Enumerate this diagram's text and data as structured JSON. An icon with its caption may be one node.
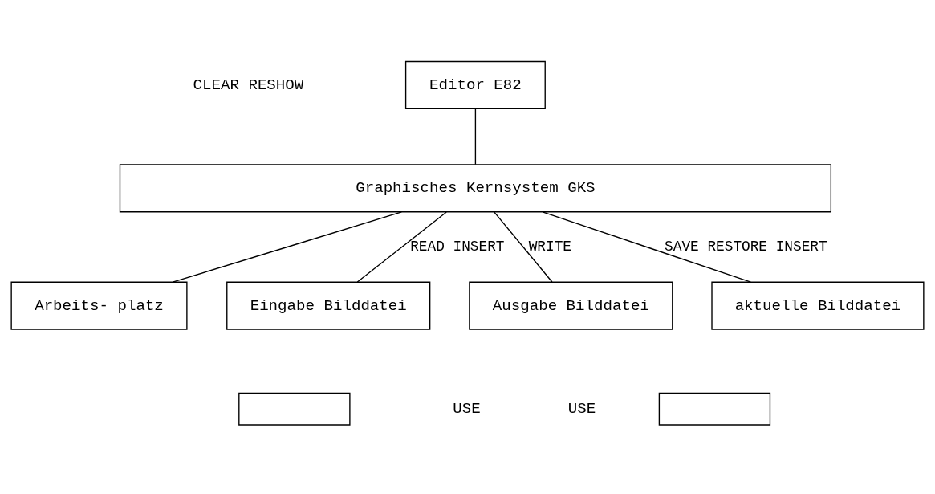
{
  "diagram": {
    "nodes": [
      {
        "text": [
          "Editor E82"
        ]
      },
      {
        "text": [
          "Graphisches Kernsystem GKS"
        ]
      },
      {
        "text": [
          "Arbeits- platz"
        ]
      },
      {
        "text": [
          "Eingabe Bilddatei"
        ]
      },
      {
        "text": [],
        "shape": "box"
      },
      {
        "text": [],
        "shape": "box"
      },
      {
        "text": [
          "Ausgabe Bilddatei"
        ]
      },
      {
        "text": [
          "aktuelle Bilddatei"
        ]
      }
    ],
    "edges": [
      {
        "from": 0,
        "to": 1,
        "arrow": "none"
      },
      {
        "from": 1,
        "to": 2,
        "arrow": "none"
      },
      {
        "from": 1,
        "to": 3,
        "arrow": "none",
        "label": "READ INSERT"
      },
      {
        "from": 1,
        "to": 6,
        "arrow": "none",
        "label": "WRITE"
      },
      {
        "from": 1,
        "to": 7,
        "arrow": "none",
        "label": "SAVE RESTORE INSERT"
      }
    ],
    "labels": [
      "CLEAR RESHOW",
      "USE",
      "USE"
    ]
  }
}
